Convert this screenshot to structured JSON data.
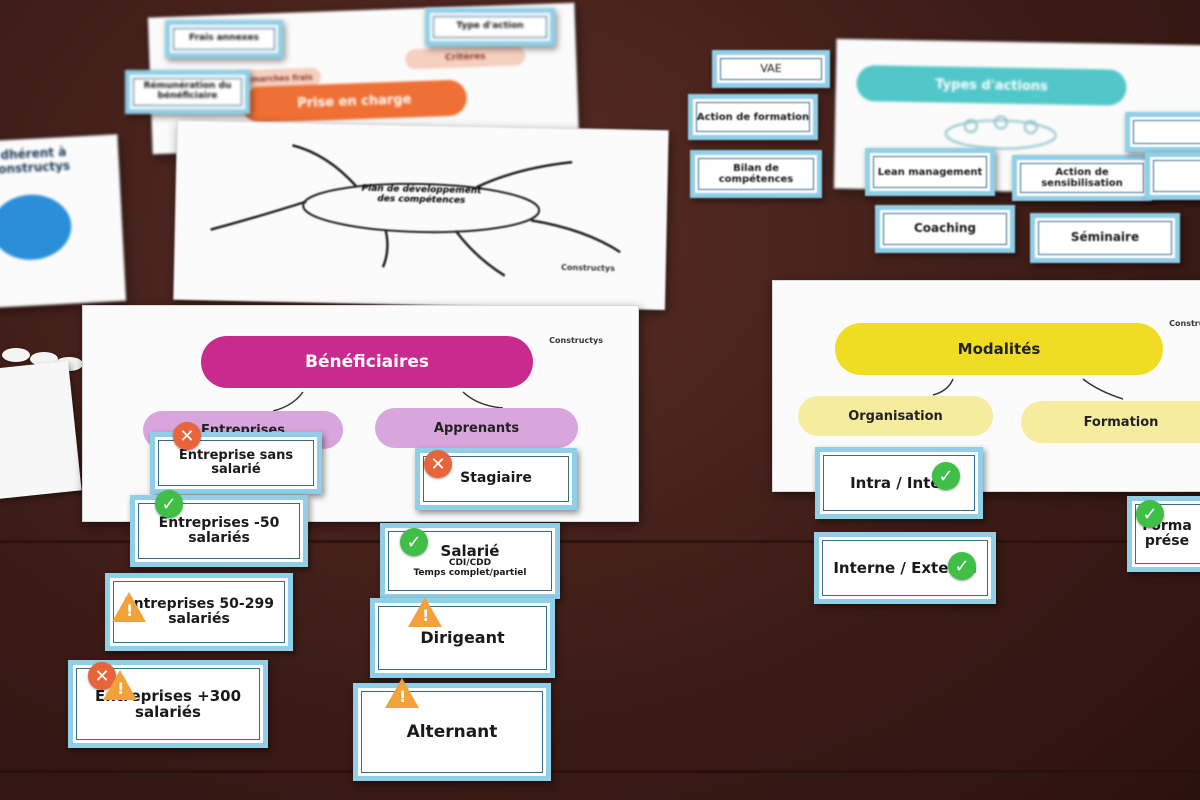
{
  "colors": {
    "table": "#3e1c17",
    "card_border": "#8fcfe8",
    "magenta": "#c82a8e",
    "lilac": "#d8a6dc",
    "yellow": "#f1dc24",
    "pale_yellow": "#f6eca0",
    "teal": "#52c7c9",
    "orange": "#ef6f34",
    "warn": "#f2a23a",
    "ok": "#3fbf45"
  },
  "sheets": {
    "prise": {
      "title": "Prise en charge",
      "left": "Démarches frais",
      "right": "Critères"
    },
    "plan": {
      "title": "Plan de développement des compétences",
      "logo": "Constructys"
    },
    "benef": {
      "title": "Bénéficiaires",
      "left": "Entreprises",
      "right": "Apprenants",
      "logo": "Constructys"
    },
    "modal": {
      "title": "Modalités",
      "left": "Organisation",
      "right": "Formation",
      "logo": "Constructys"
    },
    "types": {
      "title": "Types d'actions"
    },
    "left_sheet": {
      "line1": "dhérent à",
      "line2": "onstructys"
    }
  },
  "cards": {
    "frais": "Frais annexes",
    "remun": "Rémunération du bénéficiaire",
    "type_action": "Type d'action",
    "vae": "VAE",
    "action_form": "Action de formation",
    "bilan": "Bilan de compétences",
    "lean": "Lean management",
    "sensib": "Action de sensibilisation",
    "coaching": "Coaching",
    "seminaire": "Séminaire",
    "ent_sans": "Entreprise sans salarié",
    "ent_50": "Entreprises -50 salariés",
    "ent_299": "Entreprises 50-299 salariés",
    "ent_300": "Entreprises +300 salariés",
    "stagiaire": "Stagiaire",
    "salarie": "Salarié",
    "salarie_sub1": "CDI/CDD",
    "salarie_sub2": "Temps complet/partiel",
    "dirigeant": "Dirigeant",
    "alternant": "Alternant",
    "intra": "Intra / Inter",
    "interne": "Interne / Externe",
    "forma_pres": "Forma prése"
  },
  "icons": {
    "x": "✕",
    "ok": "✓",
    "warn": "!"
  }
}
